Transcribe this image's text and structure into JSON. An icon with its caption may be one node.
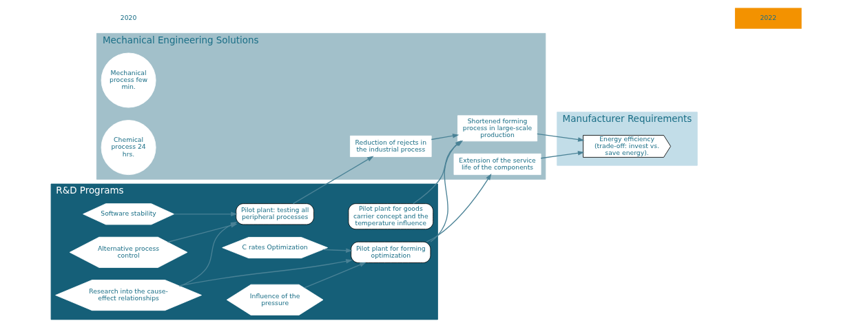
{
  "diagram": {
    "nodes": [
      {
        "text": [
          "Manufacturer Requirements"
        ]
      },
      {
        "text": [
          "Energy efficiency (trade-off: invest vs. save energy)."
        ],
        "in": 0
      },
      {
        "text": [
          "Mechanical Engineering Solutions"
        ]
      },
      {
        "text": [
          "Mechanical process few min."
        ],
        "in": 2
      },
      {
        "text": [
          "Chemical process 24 hrs."
        ],
        "in": 2
      },
      {
        "text": [
          "Reduction of rejects in the industrial process"
        ],
        "in": 2
      },
      {
        "text": [
          "Extension of the service life of the components"
        ],
        "in": 2
      },
      {
        "text": [
          "Shortened forming process in large-scale production"
        ],
        "in": 2
      },
      {
        "text": [
          "R&D Programs"
        ]
      },
      {
        "text": [
          "Alternative process control"
        ],
        "in": 8
      },
      {
        "text": [
          "Software stability"
        ],
        "in": 8
      },
      {
        "text": [
          "Research into the cause-effect relationships"
        ],
        "in": 8
      },
      {
        "text": [
          "Pilot plant: testing all peripheral processes"
        ],
        "in": 8
      },
      {
        "text": [
          "Influence of the pressure"
        ],
        "in": 8
      },
      {
        "text": [
          "C rates Optimization"
        ],
        "in": 8
      },
      {
        "text": [
          "Pilot plant for forming optimization"
        ],
        "in": 8
      },
      {
        "text": [
          "Pilot plant for goods carrier concept and the temperature influence"
        ],
        "in": 8
      }
    ],
    "edges": [
      {
        "from": 9,
        "to": 12,
        "arrow": "to"
      },
      {
        "from": 10,
        "to": 12,
        "arrow": "to"
      },
      {
        "from": 11,
        "to": 12,
        "arrow": "to"
      },
      {
        "from": 11,
        "to": 15,
        "arrow": "to"
      },
      {
        "from": 13,
        "to": 15,
        "arrow": "to"
      },
      {
        "from": 14,
        "to": 15,
        "arrow": "to"
      },
      {
        "from": 12,
        "to": 5,
        "arrow": "to"
      },
      {
        "from": 15,
        "to": 6,
        "arrow": "to"
      },
      {
        "from": 15,
        "to": 7,
        "arrow": "to"
      },
      {
        "from": 16,
        "to": 7,
        "arrow": "to"
      },
      {
        "from": 5,
        "to": 7,
        "arrow": "to"
      },
      {
        "from": 6,
        "to": 1,
        "arrow": "to"
      },
      {
        "from": 7,
        "to": 1,
        "arrow": "to"
      }
    ],
    "labels": [
      "2020",
      "2022"
    ]
  }
}
